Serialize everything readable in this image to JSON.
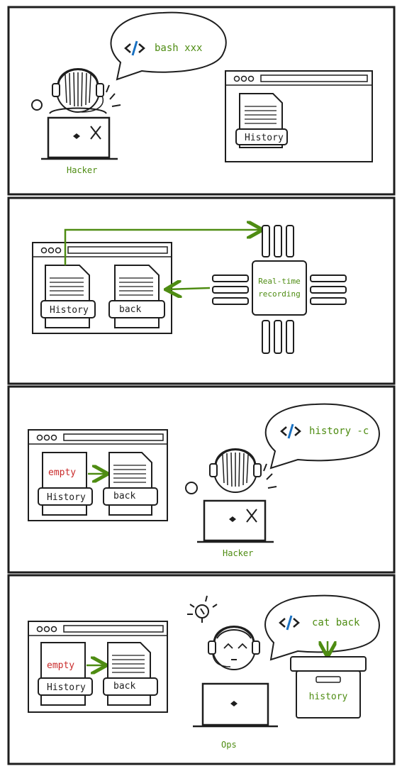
{
  "panel1": {
    "command": "bash xxx",
    "file_label": "History",
    "person_label": "Hacker"
  },
  "panel2": {
    "file1_label": "History",
    "file2_label": "back",
    "chip_label_line1": "Real-time",
    "chip_label_line2": "recording"
  },
  "panel3": {
    "command": "history -c",
    "empty_label": "empty",
    "file1_label": "History",
    "file2_label": "back",
    "person_label": "Hacker"
  },
  "panel4": {
    "command": "cat back",
    "empty_label": "empty",
    "file1_label": "History",
    "file2_label": "back",
    "box_label": "history",
    "person_label": "Ops"
  },
  "colors": {
    "ink": "#1e1e1e",
    "green": "#4e8c12",
    "red": "#c92a2a",
    "blue": "#1971c2"
  },
  "icons": [
    "code-icon",
    "document-icon",
    "laptop-icon",
    "headset-person-icon",
    "chip-icon",
    "lightbulb-icon",
    "archive-box-icon"
  ]
}
